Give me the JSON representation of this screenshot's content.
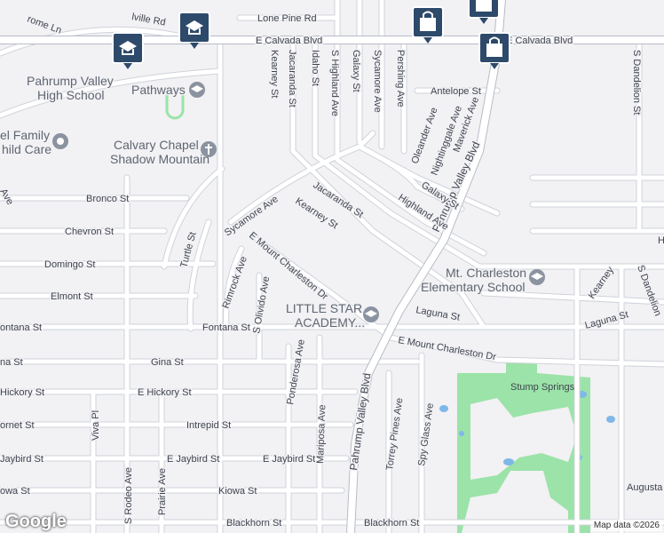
{
  "attribution": "Map data ©2026",
  "logo": "Google",
  "streets": {
    "top_left": "rome Ln",
    "hillville": "lville Rd",
    "lone_pine": "Lone Pine Rd",
    "calvada_w": "E Calvada Blvd",
    "calvada_e": "E Calvada Blvd",
    "kearney_v": "Kearney St",
    "jacaranda_v": "Jacaranda St",
    "idaho": "Idaho St",
    "s_highland": "S Highland Ave",
    "galaxy_v": "Galaxy St",
    "sycamore_v": "Sycamore Ave",
    "pershing": "Pershing Ave",
    "antelope": "Antelope St",
    "oleander": "Oleander Ave",
    "nightinggale": "Nightinggale Ave",
    "maverick": "Maverick Ave",
    "pahrump_ne": "Pahrump Valley Blvd",
    "galaxy_d": "Galaxy St",
    "highland_d": "Highland Ave",
    "jacaranda_d": "Jacaranda St",
    "kearney_d": "Kearney St",
    "sycamore_d": "Sycamore Ave",
    "mt_charleston_d": "E Mount Charleston Dr",
    "mt_charleston_e": "E Mount Charleston Dr",
    "bronco": "Bronco St",
    "chevron": "Chevron St",
    "domingo": "Domingo St",
    "elmont": "Elmont St",
    "fontana_w": "ontana St",
    "fontana_e": "Fontana St",
    "gina": "na St",
    "gina_e": "Gina St",
    "hickory_w": "Hickory St",
    "hickory_e": "E Hickory St",
    "hornet": "ornet St",
    "intrepid": "Intrepid St",
    "jaybird_w": "Jaybird St",
    "jaybird_m": "E Jaybird St",
    "jaybird_e": "E Jaybird St",
    "kiowa_w": "owa St",
    "kiowa_e": "Kiowa St",
    "blackhorn_m": "Blackhorn St",
    "blackhorn_e": "Blackhorn St",
    "turtle": "Turtle St",
    "rimrock": "Rimrock Ave",
    "s_olivido": "S Olivido Ave",
    "ponderosa": "Ponderosa Ave",
    "mariposa": "Mariposa Ave",
    "pahrump_s": "Pahrump Valley Blvd",
    "torrey": "Torrey Pines Ave",
    "spy_glass": "Spy Glass Ave",
    "laguna_w": "Laguna St",
    "laguna_e": "Laguna St",
    "kearney_e": "Kearney",
    "s_dandelion_n": "S Dandelion St",
    "s_dandelion_s": "S Dandelion",
    "s_rodeo": "S Rodeo Ave",
    "viva": "Viva Pl",
    "prairie": "Prairie Ave",
    "augusta": "Augusta",
    "e_ave": "Ave",
    "h": "H"
  },
  "pois": {
    "high_school": "Pahrump Valley\nHigh School",
    "pathways": "Pathways",
    "family_care": "el Family\nhild Care",
    "calvary": "Calvary Chapel\nShadow Mountain",
    "mt_charleston_school": "Mt. Charleston\nElementary School",
    "little_star": "LITTLE STAR\nACADEMY...",
    "stump_springs": "Stump Springs"
  },
  "colors": {
    "background": "#f2f1f4",
    "road": "#ffffff",
    "park": "#9be3a8",
    "marker": "#2e4a6b"
  }
}
